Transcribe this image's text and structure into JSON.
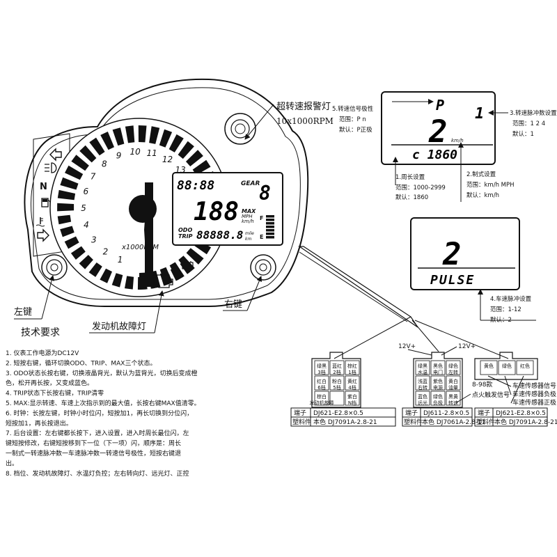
{
  "top_callouts": {
    "overspeed_lamp": "超转速报警灯",
    "overspeed_value": "10x1000RPM",
    "polarity_title": "5.转速信号极性",
    "polarity_range": "范围：P n",
    "polarity_default": "默认：P正极",
    "pulse_count_title": "3.转速脉冲数设置",
    "pulse_count_range": "范围：1 2 4",
    "pulse_count_default": "默认：1",
    "perimeter_title": "1.周长设置",
    "perimeter_range": "范围：1000-2999",
    "perimeter_default": "默认：1860",
    "unit_title": "2.制式设置",
    "unit_range": "范围：km/h MPH",
    "unit_default": "默认：km/h",
    "speed_pulse_title": "4.车速脉冲设置",
    "speed_pulse_range": "范围：1-12",
    "speed_pulse_default": "默认：2"
  },
  "settings_lcd": {
    "polarity": "P",
    "pulse_count": "1",
    "speed": "2",
    "speed_unit": "km/h",
    "perimeter": "c 1860"
  },
  "pulse_lcd": {
    "value": "2",
    "label": "PULSE"
  },
  "gauge": {
    "ticks": [
      "1",
      "2",
      "3",
      "4",
      "5",
      "6",
      "7",
      "8",
      "9",
      "10",
      "11",
      "12",
      "13",
      "14"
    ],
    "unit": "x1000RPM",
    "lcd_clock": "88:88",
    "lcd_gear_label": "GEAR",
    "lcd_gear": "8",
    "lcd_speed": "188",
    "lcd_max": "MAX",
    "lcd_mph": "MPH",
    "lcd_kmh": "km/h",
    "lcd_odo": "ODO",
    "lcd_trip": "TRIP",
    "lcd_odometer": "88888.8",
    "lcd_mile": "mile",
    "lcd_km": "km",
    "fuel_full": "F",
    "fuel_empty": "E",
    "neutral": "N"
  },
  "labels": {
    "left_key": "左键",
    "right_key": "右键",
    "engine_lamp": "发动机故障灯",
    "tech_title": "技术要求"
  },
  "requirements": [
    "1.    仪表工作电源为DC12V",
    "2.    短按右键，循环切换ODO、TRIP、MAX三个状态。",
    "3.    ODO状态长按右键，切换液晶背光，默认为蓝背光，切换后变成橙",
    "       色，松开再长按，又变成蓝色。",
    "4.    TRIP状态下长按右键，TRIP清零",
    "5.    MAX:显示转速、车速上次指示到的最大值，长按右键MAX值清零。",
    "6.    时钟：长按左键，时钟小时位闪，短按加1，再长切换到分位闪，",
    "       短按加1，再长按退出。",
    "7.    后台设置：左右键都长按下，进入设置，进入时周长最位闪，左",
    "       键短按修改，右键短按移到下一位（下一项）闪，顺序是：周长",
    "       一制式一转速脉冲数一车速脉冲数一转速信号极性，短按右键退",
    "       出。",
    "8.    档位、发动机故障灯、水温灯负控；左右转向灯、远光灯、正控"
  ],
  "connectors": {
    "left": {
      "cells": [
        "绿黑",
        "3档",
        "蓝红",
        "2档",
        "棕红",
        "1档",
        "红白",
        "6档",
        "粉白",
        "5档",
        "黄红",
        "4档",
        "棕白",
        "发动机故障",
        "",
        "",
        "紫白",
        "N档"
      ],
      "row1_label": "端子",
      "row1_value": "DJ621-E2.8×0.5",
      "row2_label": "塑料件",
      "row2_value": "本色 DJ7091A-2.8-21"
    },
    "middle": {
      "v12_left": "12V+",
      "v12_right": "12V+",
      "cells": [
        "绿黑",
        "水温",
        "黑色",
        "电门",
        "绿色",
        "左转",
        "浅蓝",
        "右转",
        "紫色",
        "电源",
        "黄白",
        "油量",
        "蓝色",
        "远光",
        "绿色",
        "负极",
        "黑黄",
        "转速"
      ],
      "row1_label": "端子",
      "row1_value": "DJ611-2.8×0.5",
      "row2_label": "塑料件",
      "row2_value": "本色 DJ7061A-2.8-11",
      "note_range": "8-98款",
      "note_ignition": "点火触发信号"
    },
    "right": {
      "cells": [
        "黄色",
        "绿色",
        "红色"
      ],
      "row1_label": "端子",
      "row1_value": "DJ621-E2.8×0.5",
      "row2_label": "塑料件",
      "row2_value": "本色 DJ7091A-2.8-21",
      "sensor_signal": "车速传感器信号",
      "sensor_negative": "车速传感器负极",
      "sensor_positive": "车速传感器正极"
    }
  }
}
